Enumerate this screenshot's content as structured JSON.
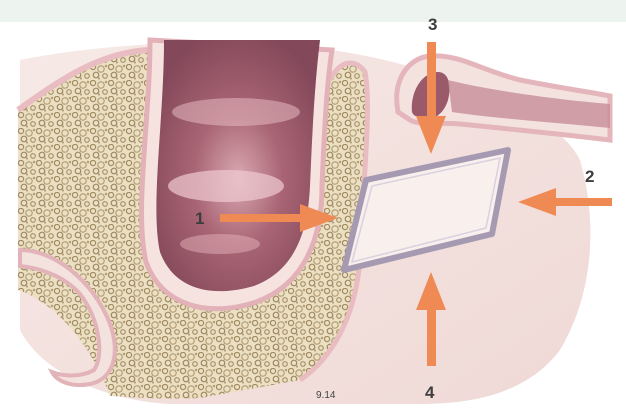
{
  "labels": {
    "arrow_1": "1",
    "arrow_2": "2",
    "arrow_3": "3",
    "arrow_4": "4"
  },
  "figure_number": "9.14",
  "colors": {
    "arrow": "#f08a55",
    "bone_cancellous": "#e9ddbf",
    "trabeculae": "#a89067",
    "gingiva": "#f2dcd8",
    "mucosa_outline": "#e7b8bd",
    "tooth_cavity": "#9a5a6a",
    "window_frame": "#a59ab2",
    "window_fill": "#f9efec",
    "membrane": "#f6e6e4"
  }
}
